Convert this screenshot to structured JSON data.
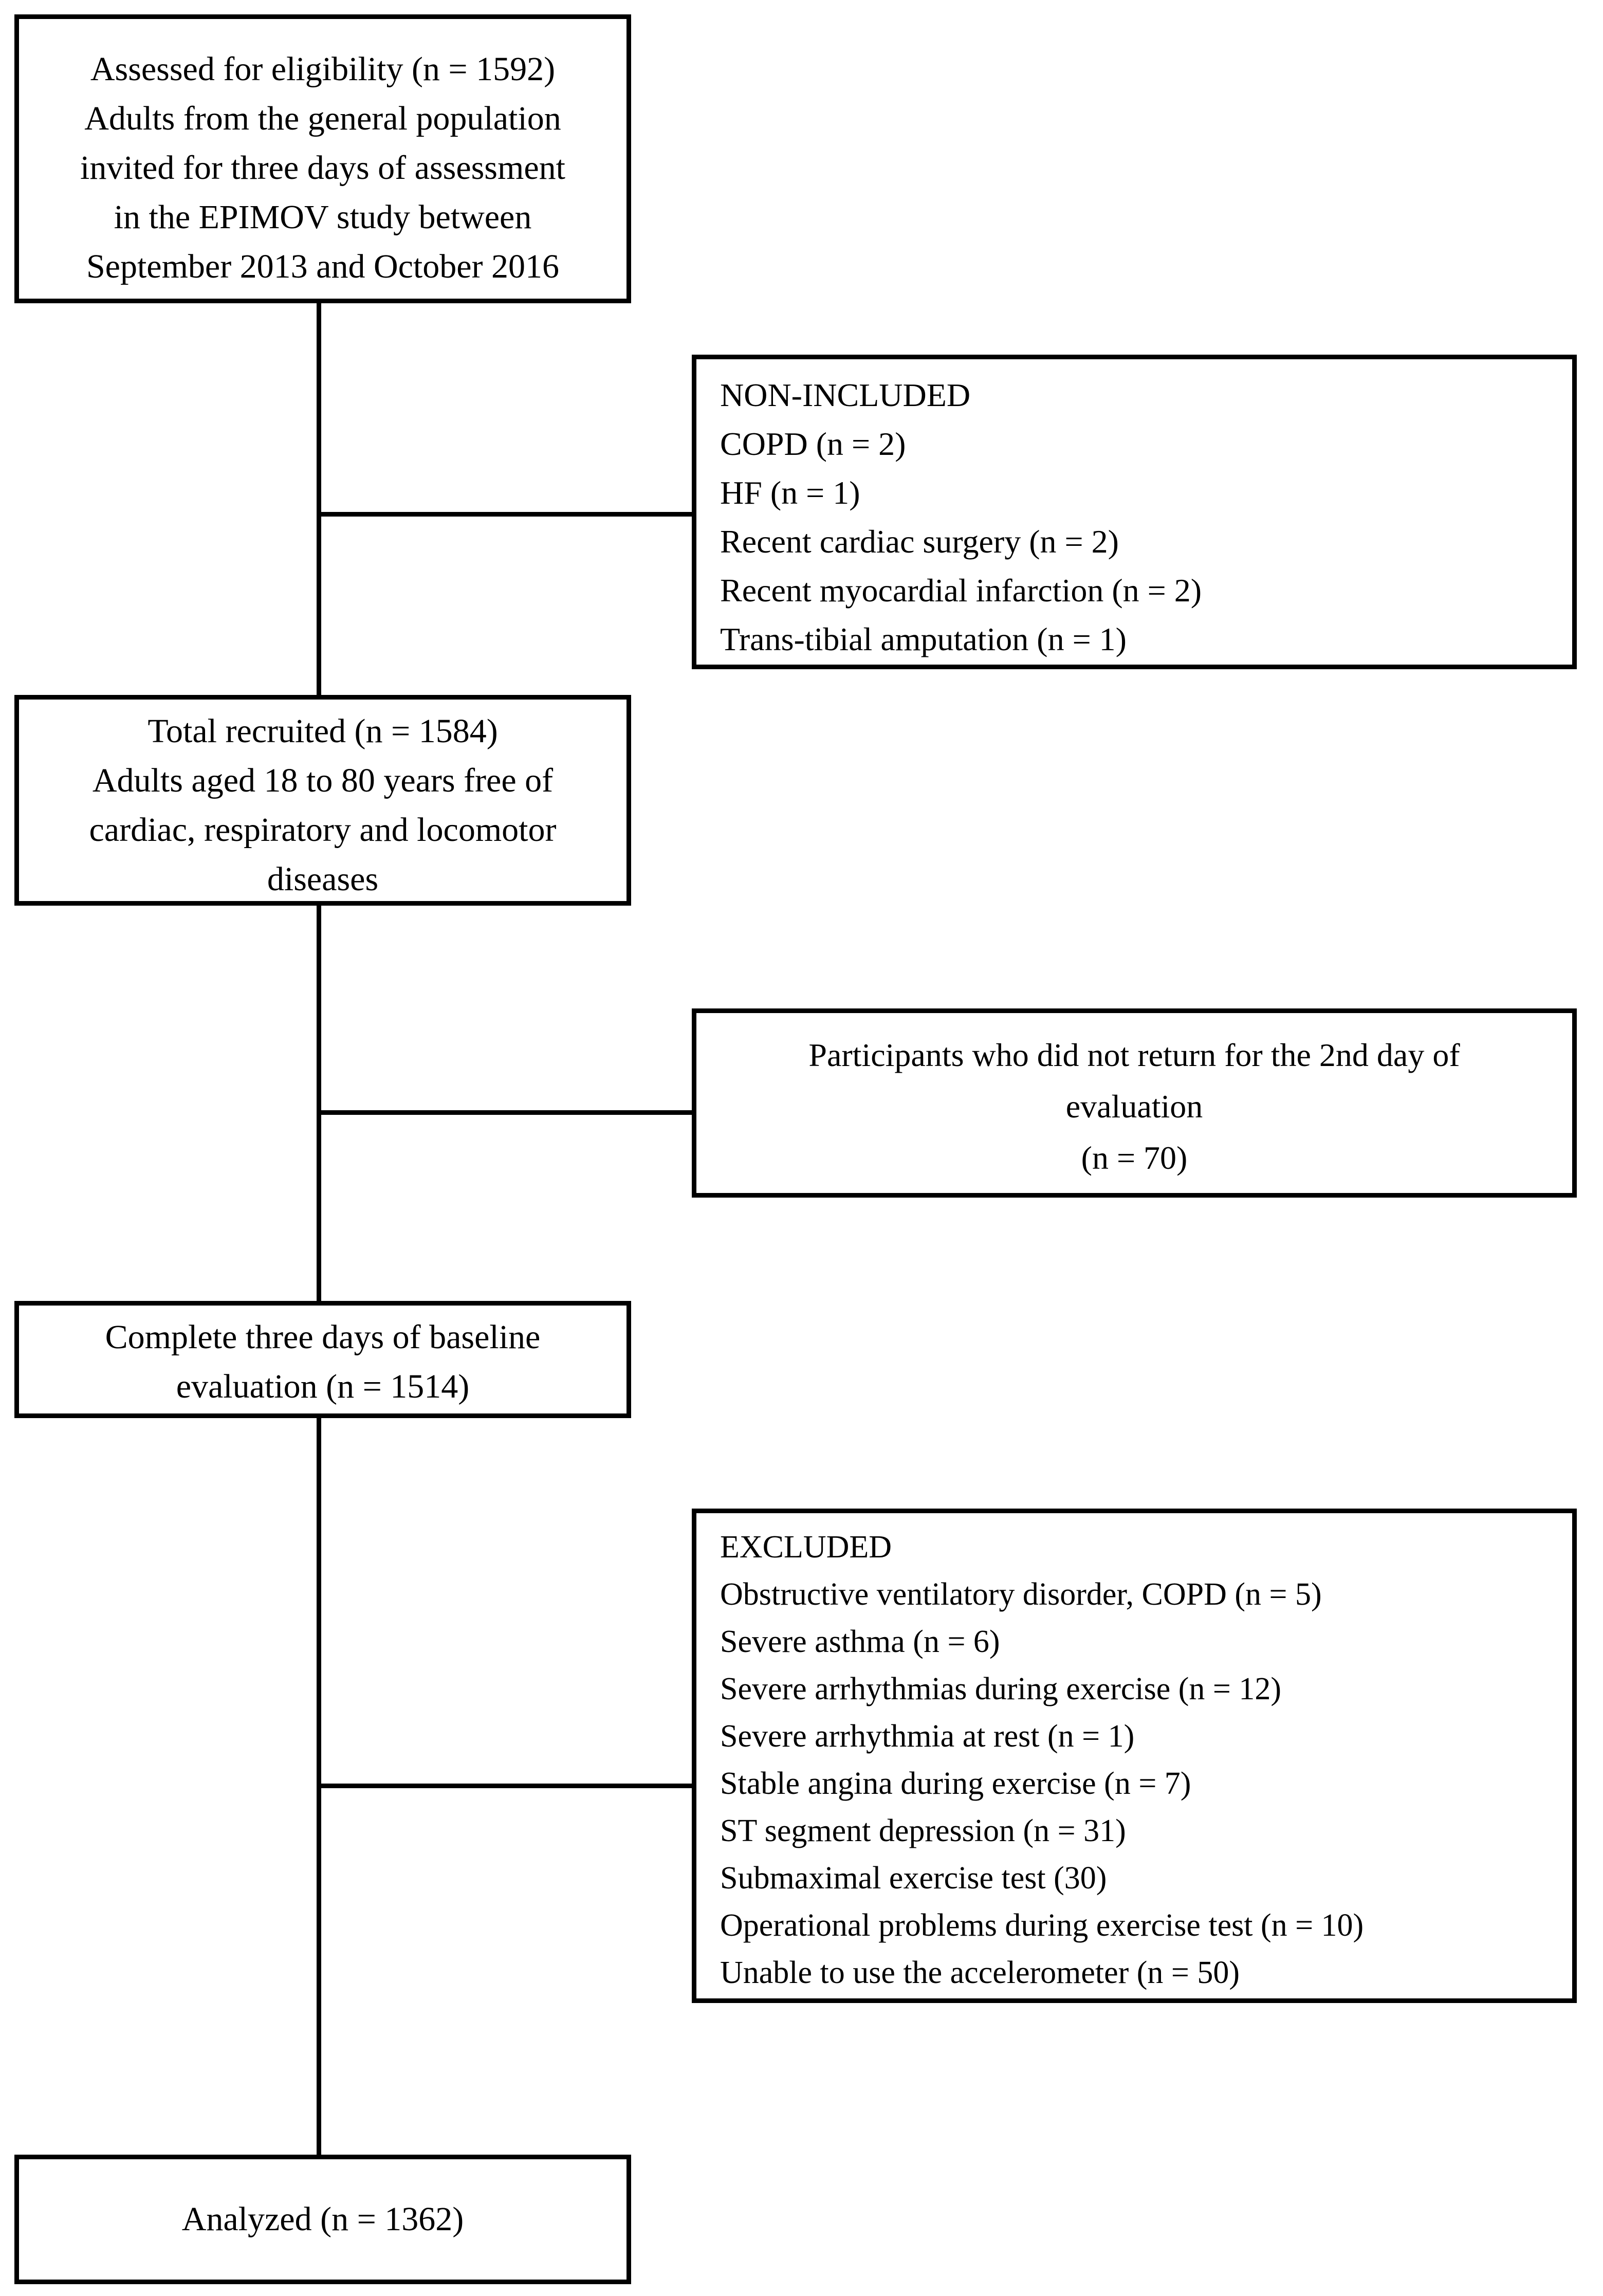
{
  "colors": {
    "background": "#ffffff",
    "line": "#000000",
    "text": "#000000"
  },
  "boxes": {
    "assessed": {
      "lines": [
        "Assessed for eligibility (n = 1592)",
        "Adults from the general population",
        "invited for three days of assessment",
        "in the EPIMOV study between",
        "September 2013 and October 2016"
      ]
    },
    "non_included": {
      "lines": [
        "NON-INCLUDED",
        "COPD (n = 2)",
        "HF (n = 1)",
        "Recent cardiac surgery (n = 2)",
        "Recent myocardial infarction (n = 2)",
        "Trans-tibial amputation (n = 1)"
      ]
    },
    "recruited": {
      "lines": [
        "Total recruited (n = 1584)",
        "Adults aged 18 to 80 years free of",
        "cardiac, respiratory and locomotor",
        "diseases"
      ]
    },
    "no_return": {
      "lines": [
        "Participants who did not return for the 2nd day of",
        "evaluation",
        "(n = 70)"
      ]
    },
    "baseline": {
      "lines": [
        "Complete three days of baseline",
        "evaluation (n = 1514)"
      ]
    },
    "excluded": {
      "lines": [
        "EXCLUDED",
        "Obstructive ventilatory disorder, COPD (n = 5)",
        "Severe asthma (n = 6)",
        "Severe arrhythmias during exercise (n = 12)",
        "Severe arrhythmia at rest (n = 1)",
        "Stable angina during exercise (n = 7)",
        "ST segment depression (n = 31)",
        "Submaximal exercise test (30)",
        "Operational problems during exercise test (n = 10)",
        "Unable to use the accelerometer (n = 50)"
      ]
    },
    "analyzed": {
      "lines": [
        "Analyzed (n = 1362)"
      ]
    }
  }
}
